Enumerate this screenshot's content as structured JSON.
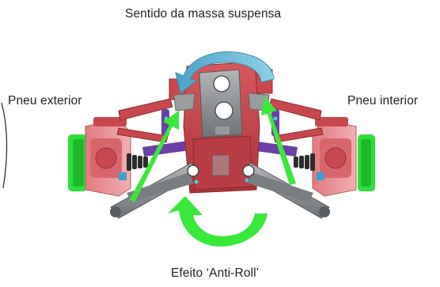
{
  "labels": {
    "sprung_mass_direction": "Sentido da massa suspensa",
    "outer_tire": "Pneu exterior",
    "inner_tire": "Pneu interior",
    "anti_roll_effect": "Efeito ‘Anti-Roll’"
  },
  "colors": {
    "body_red": "#c8474c",
    "body_red_dark": "#8f2a2e",
    "tire_green": "#2ee03a",
    "arrow_blue": "#6ab8d4",
    "arrow_green": "#39e83a",
    "arm_gray": "#8a8d90",
    "link_purple": "#6a3fa6",
    "hub_pink": "#e48a8e"
  },
  "icons": {
    "top_arrow": "curved-arrow-counterclockwise-icon",
    "bottom_arrow": "curved-arrow-clockwise-icon"
  }
}
